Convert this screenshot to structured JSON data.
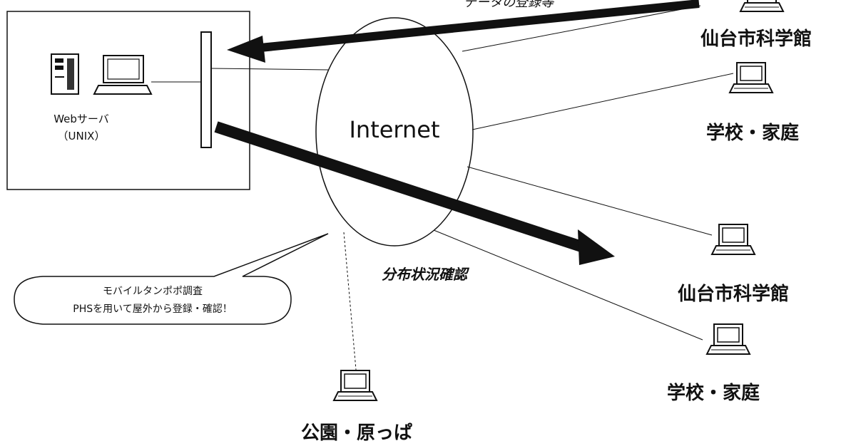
{
  "server": {
    "label_line1": "Webサーバ",
    "label_line2": "（UNIX）"
  },
  "cloud": {
    "label": "Internet"
  },
  "top_partial_label": "データの登録等",
  "arrow_label": "分布状況確認",
  "clients": {
    "top_right_1": "仙台市科学館",
    "top_right_2": "学校・家庭",
    "bottom_right_1": "仙台市科学館",
    "bottom_right_2": "学校・家庭",
    "bottom_center": "公園・原っぱ"
  },
  "callout": {
    "line1": "モバイルタンポポ調査",
    "line2": "PHSを用いて屋外から登録・確認！"
  },
  "colors": {
    "ink": "#111111",
    "background": "#ffffff"
  },
  "icons": [
    "server-tower-icon",
    "desktop-monitor-icon",
    "laptop-icon",
    "network-hub-icon"
  ]
}
